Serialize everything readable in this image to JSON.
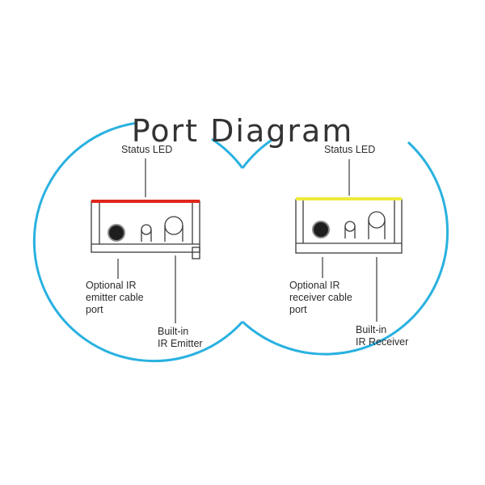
{
  "title": "Port Diagram",
  "colors": {
    "outline": "#29b1e0",
    "emitter_led": "#e0261c",
    "receiver_led": "#eeea3c",
    "device": "#3a3a3a"
  },
  "emitter": {
    "status_label": "Status LED",
    "cable_port_label": "Optional IR\nemitter cable\nport",
    "builtin_label": "Built-in\nIR Emitter"
  },
  "receiver": {
    "status_label": "Status LED",
    "cable_port_label": "Optional IR\nreceiver cable\nport",
    "builtin_label": "Built-in\nIR Receiver"
  }
}
